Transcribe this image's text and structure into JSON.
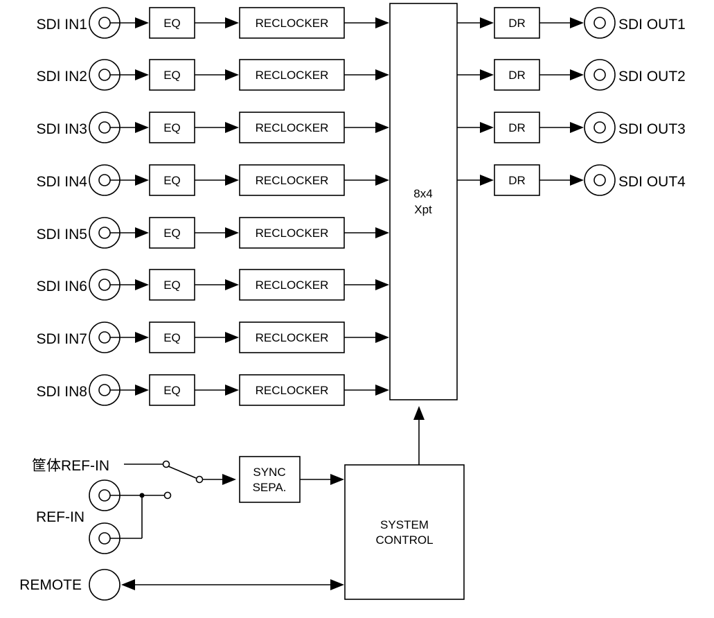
{
  "inputs": [
    {
      "label": "SDI IN1",
      "eq": "EQ",
      "reclocker": "RECLOCKER"
    },
    {
      "label": "SDI IN2",
      "eq": "EQ",
      "reclocker": "RECLOCKER"
    },
    {
      "label": "SDI IN3",
      "eq": "EQ",
      "reclocker": "RECLOCKER"
    },
    {
      "label": "SDI IN4",
      "eq": "EQ",
      "reclocker": "RECLOCKER"
    },
    {
      "label": "SDI IN5",
      "eq": "EQ",
      "reclocker": "RECLOCKER"
    },
    {
      "label": "SDI IN6",
      "eq": "EQ",
      "reclocker": "RECLOCKER"
    },
    {
      "label": "SDI IN7",
      "eq": "EQ",
      "reclocker": "RECLOCKER"
    },
    {
      "label": "SDI IN8",
      "eq": "EQ",
      "reclocker": "RECLOCKER"
    }
  ],
  "outputs": [
    {
      "label": "SDI OUT1",
      "driver": "DR"
    },
    {
      "label": "SDI OUT2",
      "driver": "DR"
    },
    {
      "label": "SDI OUT3",
      "driver": "DR"
    },
    {
      "label": "SDI OUT4",
      "driver": "DR"
    }
  ],
  "crosspoint": {
    "line1": "8x4",
    "line2": "Xpt"
  },
  "reference": {
    "internal_label": "筐体REF-IN",
    "external_label": "REF-IN",
    "sync_line1": "SYNC",
    "sync_line2": "SEPA."
  },
  "system_control": {
    "line1": "SYSTEM",
    "line2": "CONTROL"
  },
  "remote": {
    "label": "REMOTE"
  }
}
